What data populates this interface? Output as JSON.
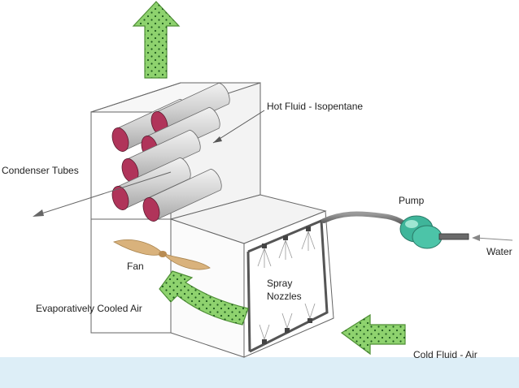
{
  "labels": {
    "hot_fluid": "Hot Fluid - Isopentane",
    "condenser_tubes": "Condenser Tubes",
    "pump": "Pump",
    "water": "Water",
    "fan": "Fan",
    "spray_line1": "Spray",
    "spray_line2": "Nozzles",
    "evap_air": "Evaporatively Cooled Air",
    "cold_fluid": "Cold Fluid - Air"
  },
  "colors": {
    "arrow_green": "#8ed26e",
    "arrow_dot": "#1e5a1e",
    "tube_end": "#b0345a",
    "tube_body": "#d6d6d6",
    "fan_blade": "#d9b27c",
    "pump": "#3fb59a",
    "box_line": "#555555",
    "bottom_band": "#ddeef7"
  },
  "icons": {
    "exhaust_arrow": "up-arrow-icon",
    "inlet_arrow": "right-arrow-icon",
    "evap_arrow": "curved-arrow-icon"
  }
}
